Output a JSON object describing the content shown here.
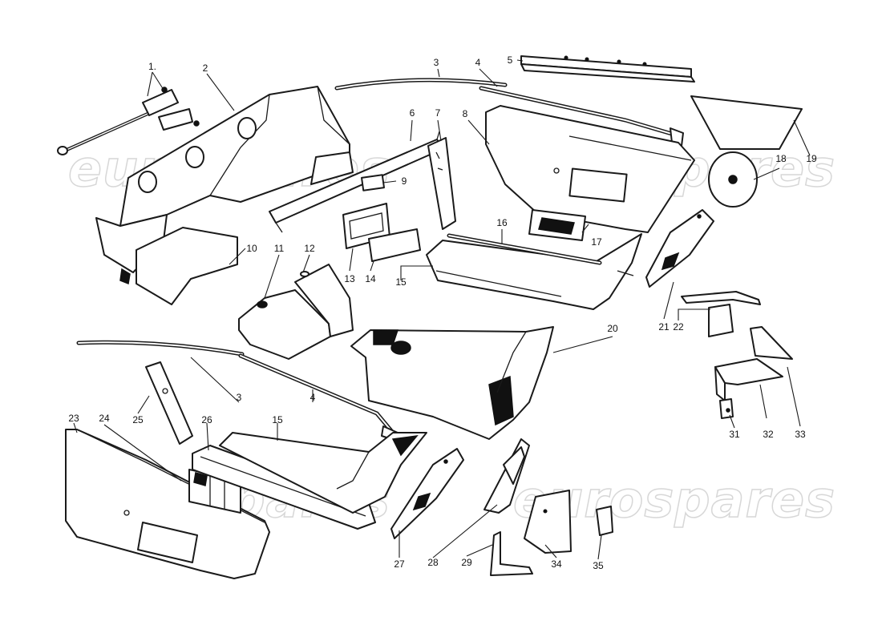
{
  "watermark": {
    "text": "eurospares"
  },
  "labels": {
    "l1": "1.",
    "l2": "2",
    "l3a": "3",
    "l3b": "3",
    "l4a": "4",
    "l4b": "4",
    "l5": "5",
    "l6": "6",
    "l7": "7",
    "l8": "8",
    "l9": "9",
    "l10": "10",
    "l11": "11",
    "l12": "12",
    "l13": "13",
    "l14": "14",
    "l15a": "15",
    "l15b": "15",
    "l16": "16",
    "l17": "17",
    "l18": "18",
    "l19": "19",
    "l20": "20",
    "l21": "21",
    "l22": "22",
    "l23": "23",
    "l24": "24",
    "l25": "25",
    "l26": "26",
    "l27": "27",
    "l28": "28",
    "l29": "29",
    "l31": "31",
    "l32": "32",
    "l33": "33",
    "l34": "34",
    "l35": "35"
  }
}
